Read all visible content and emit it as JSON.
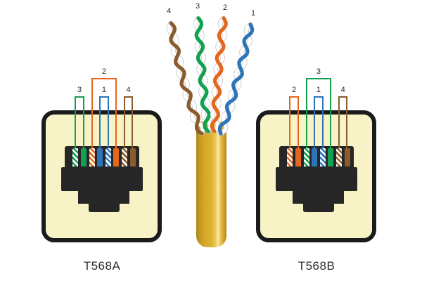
{
  "colors": {
    "green": "#12A150",
    "orange": "#E4671F",
    "blue": "#2E74B8",
    "brown": "#8A5B2D",
    "white_strand": "#FFFFFF",
    "strand_outline": "#C4C4C4",
    "panel_fill": "#F7F3C6",
    "panel_border": "#1B1B1B",
    "jack_body": "#262626",
    "cable_jacket_main": "#DFAC2D",
    "label_text": "#2B2B2B"
  },
  "connectors": [
    {
      "label": "T568A",
      "pins": [
        {
          "pin": 1,
          "wire": "white-green",
          "striped": true,
          "color": "green"
        },
        {
          "pin": 2,
          "wire": "green",
          "striped": false,
          "color": "green"
        },
        {
          "pin": 3,
          "wire": "white-orange",
          "striped": true,
          "color": "orange"
        },
        {
          "pin": 4,
          "wire": "blue",
          "striped": false,
          "color": "blue"
        },
        {
          "pin": 5,
          "wire": "white-blue",
          "striped": true,
          "color": "blue"
        },
        {
          "pin": 6,
          "wire": "orange",
          "striped": false,
          "color": "orange"
        },
        {
          "pin": 7,
          "wire": "white-brown",
          "striped": true,
          "color": "brown"
        },
        {
          "pin": 8,
          "wire": "brown",
          "striped": false,
          "color": "brown"
        }
      ],
      "pairs": [
        {
          "label": "3",
          "color": "green",
          "from_pin": 1,
          "to_pin": 2,
          "tall": false
        },
        {
          "label": "2",
          "color": "orange",
          "from_pin": 3,
          "to_pin": 6,
          "tall": true
        },
        {
          "label": "1",
          "color": "blue",
          "from_pin": 4,
          "to_pin": 5,
          "tall": false
        },
        {
          "label": "4",
          "color": "brown",
          "from_pin": 7,
          "to_pin": 8,
          "tall": false
        }
      ]
    },
    {
      "label": "T568B",
      "pins": [
        {
          "pin": 1,
          "wire": "white-orange",
          "striped": true,
          "color": "orange"
        },
        {
          "pin": 2,
          "wire": "orange",
          "striped": false,
          "color": "orange"
        },
        {
          "pin": 3,
          "wire": "white-green",
          "striped": true,
          "color": "green"
        },
        {
          "pin": 4,
          "wire": "blue",
          "striped": false,
          "color": "blue"
        },
        {
          "pin": 5,
          "wire": "white-blue",
          "striped": true,
          "color": "blue"
        },
        {
          "pin": 6,
          "wire": "green",
          "striped": false,
          "color": "green"
        },
        {
          "pin": 7,
          "wire": "white-brown",
          "striped": true,
          "color": "brown"
        },
        {
          "pin": 8,
          "wire": "brown",
          "striped": false,
          "color": "brown"
        }
      ],
      "pairs": [
        {
          "label": "2",
          "color": "orange",
          "from_pin": 1,
          "to_pin": 2,
          "tall": false
        },
        {
          "label": "3",
          "color": "green",
          "from_pin": 3,
          "to_pin": 6,
          "tall": true
        },
        {
          "label": "1",
          "color": "blue",
          "from_pin": 4,
          "to_pin": 5,
          "tall": false
        },
        {
          "label": "4",
          "color": "brown",
          "from_pin": 7,
          "to_pin": 8,
          "tall": false
        }
      ]
    }
  ],
  "cable": {
    "pairs": [
      {
        "label": "4",
        "color": "brown"
      },
      {
        "label": "3",
        "color": "green"
      },
      {
        "label": "2",
        "color": "orange"
      },
      {
        "label": "1",
        "color": "blue"
      }
    ]
  }
}
